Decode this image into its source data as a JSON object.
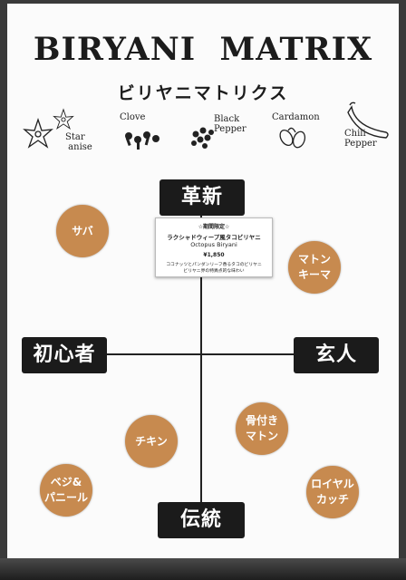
{
  "poster": {
    "title": "BIRYANI  MATRIX",
    "subtitle": "ビリヤニマトリクス"
  },
  "spices": [
    {
      "name": "star-anise",
      "label": "Star\n anise",
      "icon": "star-anise-icon"
    },
    {
      "name": "clove",
      "label": "Clove",
      "icon": "clove-icon"
    },
    {
      "name": "black-pepper",
      "label": "Black\nPepper",
      "icon": "black-pepper-icon"
    },
    {
      "name": "cardamon",
      "label": "Cardamon",
      "icon": "cardamon-icon"
    },
    {
      "name": "chili-pepper",
      "label": "Chili\nPepper",
      "icon": "chili-pepper-icon"
    }
  ],
  "axes": {
    "top": "革新",
    "bottom": "伝統",
    "left": "初心者",
    "right": "玄人"
  },
  "dishes": {
    "saba": "サバ",
    "mutton_keema": "マトン\nキーマ",
    "chicken": "チキン",
    "bone_mutton": "骨付き\nマトン",
    "veg_paneer": "ベジ&\nパニール",
    "royal_kacchi": "ロイヤル\nカッチ"
  },
  "special": {
    "badge": "☆期間限定☆",
    "name_jp": "ラクシャドウィープ風タコビリヤニ",
    "name_en": "Octopus Biryani",
    "price": "¥1,850",
    "desc_line1": "ココナッツとパンダンリーフ香るタコのビリヤニ",
    "desc_line2": "ビリヤニ界の特異点的な味わい"
  },
  "colors": {
    "dish_circle": "#c78a4f",
    "label_bg": "#1b1b1b"
  }
}
